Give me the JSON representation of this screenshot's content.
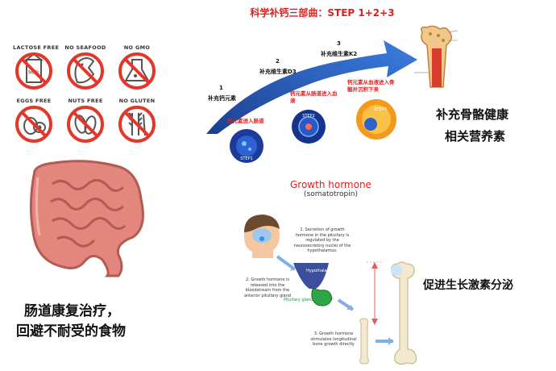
{
  "header": {
    "title": "科学补钙三部曲：STEP 1+2+3"
  },
  "free_icons": [
    {
      "label": "LACTOSE FREE",
      "icon": "lactose-icon"
    },
    {
      "label": "NO SEAFOOD",
      "icon": "seafood-icon"
    },
    {
      "label": "NO GMO",
      "icon": "gmo-icon"
    },
    {
      "label": "EGGS FREE",
      "icon": "eggs-icon"
    },
    {
      "label": "NUTS FREE",
      "icon": "nuts-icon"
    },
    {
      "label": "NO GLUTEN",
      "icon": "gluten-icon"
    }
  ],
  "milk_carton_text": "Milk",
  "steps": [
    {
      "num": "1",
      "label": "补充钙元素",
      "note": "钙元素进入肠道"
    },
    {
      "num": "2",
      "label": "补充维生素D3",
      "note": "钙元素从肠道进入血液"
    },
    {
      "num": "3",
      "label": "补充维生素K2",
      "note": "钙元素从血液进入骨骼并沉积下来"
    }
  ],
  "step_badges": [
    "STEP1",
    "STEP2",
    "STEP3"
  ],
  "bone_support_text": [
    "补充骨骼健康",
    "相关营养素"
  ],
  "growth": {
    "title": "Growth hormone",
    "subtitle": "(somatotropin)",
    "note1": "1. Secretion of growth hormone in the pituitary is regulated by the neurosecretory nuclei of the hypothalamus.",
    "note2": "2. Growth hormone is released into the bloodstream from the anterior pituitary gland",
    "note3": "3. Growth hormone stimulates longitudinal bone growth directly",
    "hypothalamus": "Hypothalamus",
    "pituitary": "Pituitary gland"
  },
  "growth_text": "促进生长激素分泌",
  "gut_text": [
    "肠道康复治疗，",
    "回避不耐受的食物"
  ],
  "colors": {
    "red": "#e02020",
    "blue_arrow": "#2a64c8",
    "gut_pink": "#e2867e",
    "bone": "#f3e9cf"
  }
}
